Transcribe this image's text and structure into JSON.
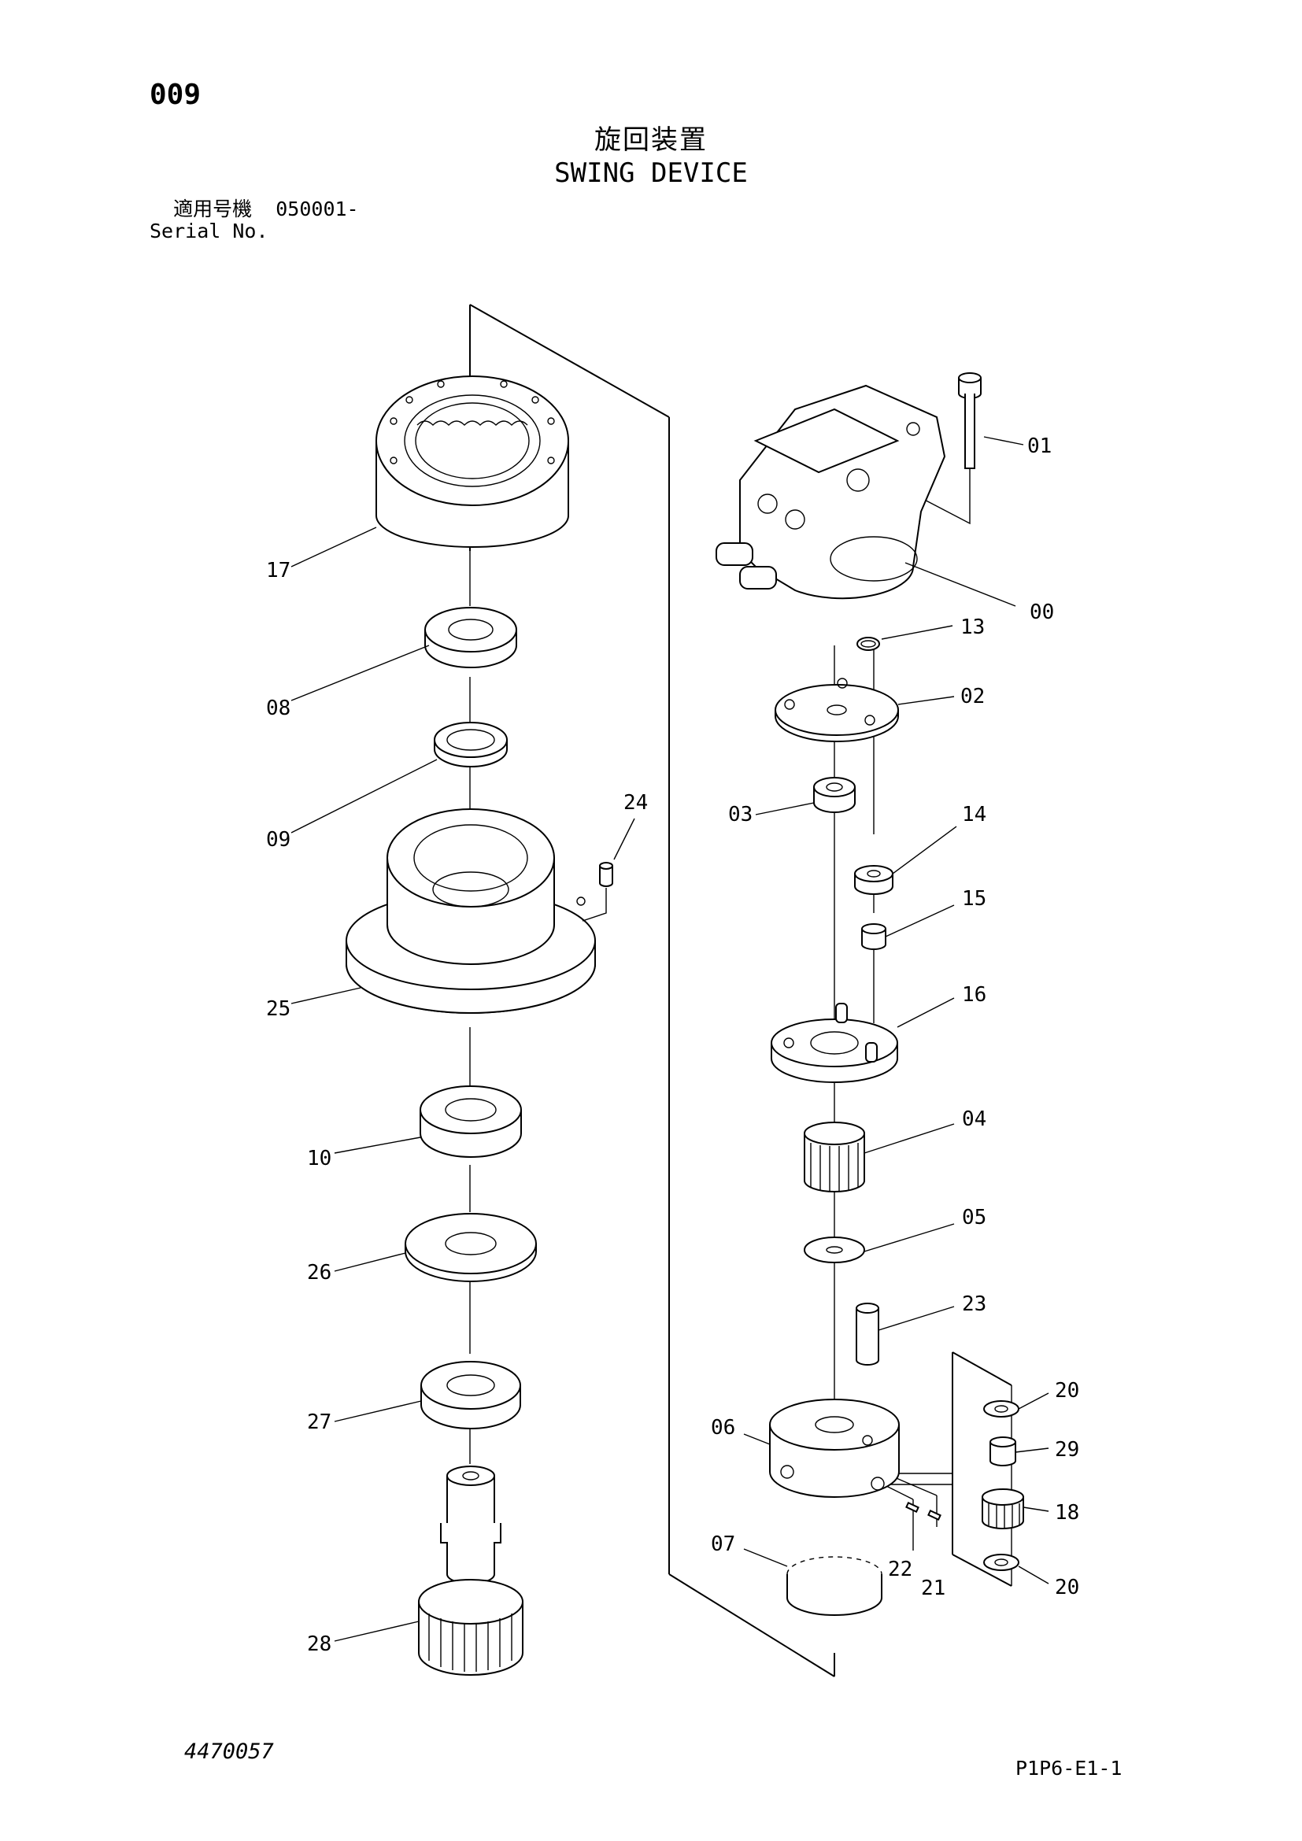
{
  "header": {
    "page_number": "009",
    "title_jp": "旋回装置",
    "title_en": "SWING DEVICE",
    "serial_label_jp": "適用号機",
    "serial_range": "050001-",
    "serial_label_en": "Serial No."
  },
  "footer": {
    "document_number": "4470057",
    "figure_code": "P1P6-E1-1"
  },
  "parts": {
    "p00": "00",
    "p01": "01",
    "p02": "02",
    "p03": "03",
    "p04": "04",
    "p05": "05",
    "p06": "06",
    "p07": "07",
    "p08": "08",
    "p09": "09",
    "p10": "10",
    "p13": "13",
    "p14": "14",
    "p15": "15",
    "p16": "16",
    "p17": "17",
    "p18": "18",
    "p20a": "20",
    "p20b": "20",
    "p21": "21",
    "p22": "22",
    "p23": "23",
    "p24": "24",
    "p25": "25",
    "p26": "26",
    "p27": "27",
    "p28": "28",
    "p29": "29"
  }
}
